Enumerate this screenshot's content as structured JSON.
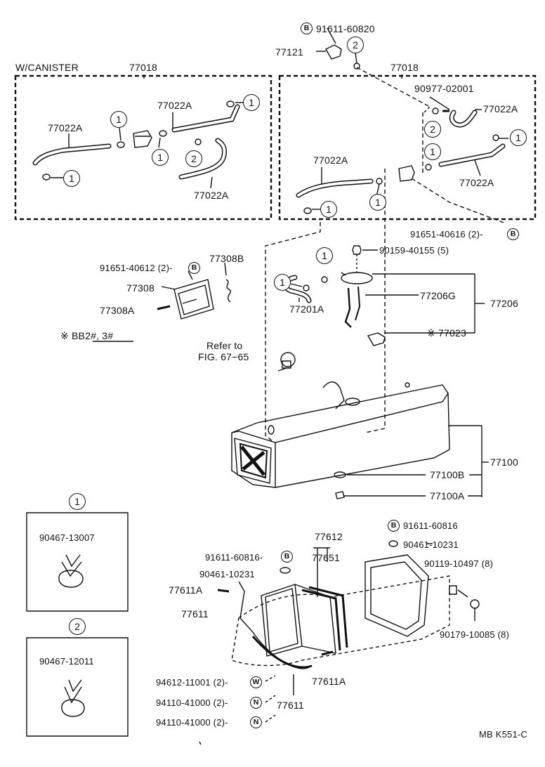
{
  "labels": {
    "w_canister": "W/CANISTER",
    "p77018_left": "77018",
    "p77018_right": "77018",
    "p91611_60820": "91611-60820",
    "p77121": "77121",
    "p90977_02001": "90977-02001",
    "p77022A_1": "77022A",
    "p77022A_2": "77022A",
    "p77022A_3": "77022A",
    "p77022A_4": "77022A",
    "p77022A_5": "77022A",
    "p77022A_6": "77022A",
    "p91651_40616": "91651-40616 (2)-",
    "p90159_40155": "90159-40155 (5)",
    "p91651_40612": "91651-40612 (2)-",
    "p77308B": "77308B",
    "p77308": "77308",
    "p77308A": "77308A",
    "p77201A": "77201A",
    "p77206G": "77206G",
    "p77206": "77206",
    "p77023": "※ 77023",
    "bb2": "※ BB2#, 3#",
    "refer_to": "Refer to",
    "fig": "FIG. 67−65",
    "p77100": "77100",
    "p77100B": "77100B",
    "p77100A": "77100A",
    "p90467_13007": "90467-13007",
    "p90467_12011": "90467-12011",
    "p91611_60816_r": "91611-60816",
    "p90461_10231_r": "90461-10231",
    "p77612": "77612",
    "p77651": "77651",
    "p91611_60816_l": "91611-60816-",
    "p90461_10231_l": "90461-10231",
    "p90119_10497": "90119-10497 (8)",
    "p77611A_l": "77611A",
    "p77611_l": "77611",
    "p90179_10085": "90179-10085 (8)",
    "p94612_11001": "94612-11001 (2)-",
    "p77611A_r": "77611A",
    "p94110_41000_a": "94110-41000 (2)-",
    "p77611_r": "77611",
    "p94110_41000_b": "94110-41000 (2)-",
    "code": "MB K551-C"
  },
  "markers": {
    "one": "1",
    "two": "2",
    "b": "B",
    "w": "W",
    "n": "N"
  }
}
